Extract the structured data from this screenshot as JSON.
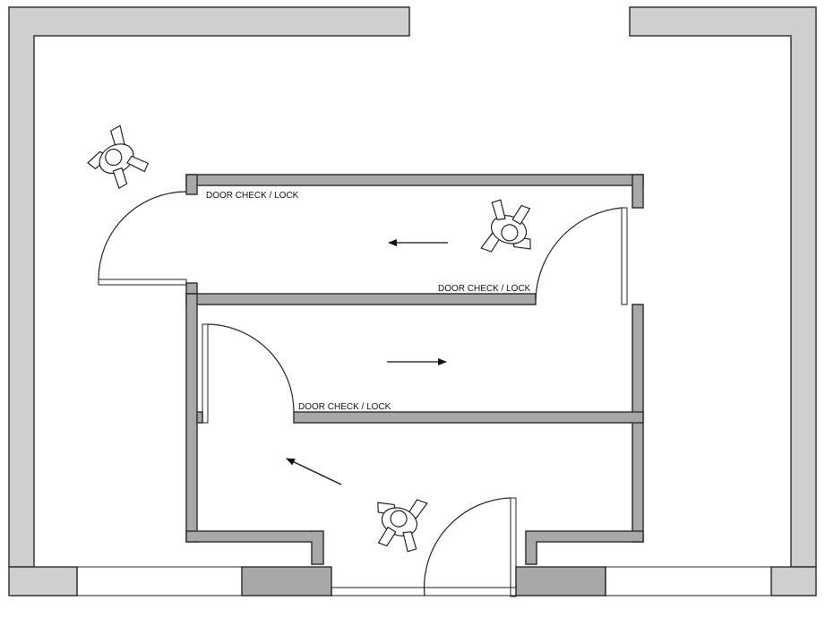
{
  "labels": {
    "door_top_left": "DOOR CHECK / LOCK",
    "door_top_right": "DOOR CHECK / LOCK",
    "door_middle": "DOOR CHECK / LOCK"
  },
  "colors": {
    "wall_fill": "#cfcfcf",
    "wall_dark_fill": "#a8a8a8",
    "line": "#222222"
  },
  "icons": [
    "person-topview-icon",
    "arrow-left-icon",
    "arrow-right-icon",
    "arrow-diagonal-icon"
  ]
}
